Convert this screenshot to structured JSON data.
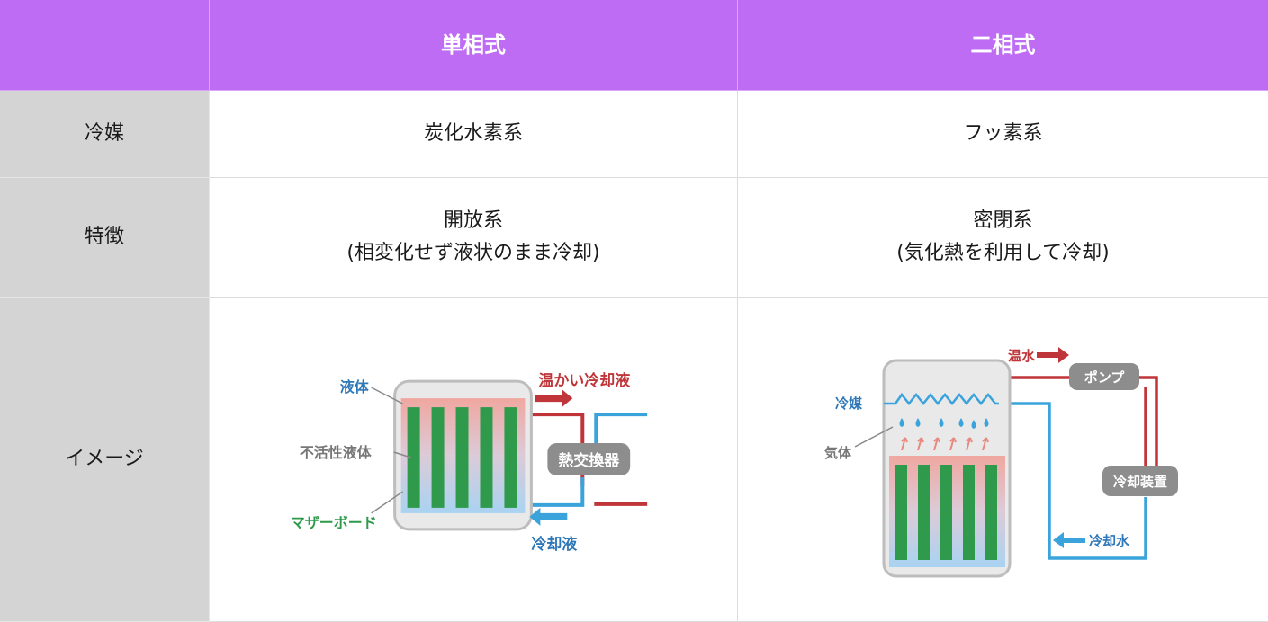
{
  "header": {
    "corner": "",
    "col1": "単相式",
    "col2": "二相式"
  },
  "rows": [
    {
      "label": "冷媒",
      "col1": "炭化水素系",
      "col2": "フッ素系"
    },
    {
      "label": "特徴",
      "col1_line1": "開放系",
      "col1_line2": "(相変化せず液状のまま冷却)",
      "col2_line1": "密閉系",
      "col2_line2": "(気化熱を利用して冷却)"
    },
    {
      "label": "イメージ"
    }
  ],
  "single_phase_diagram": {
    "liquid": "液体",
    "inert_liquid": "不活性液体",
    "motherboard": "マザーボード",
    "warm_coolant": "温かい冷却液",
    "heat_exchanger": "熱交換器",
    "coolant": "冷却液"
  },
  "two_phase_diagram": {
    "warm_water": "温水",
    "pump": "ポンプ",
    "refrigerant": "冷媒",
    "gas": "気体",
    "cooling_unit": "冷却装置",
    "cooling_water": "冷却水"
  },
  "colors": {
    "header_bg": "#bd6cf3",
    "label_bg": "#d4d4d4",
    "hot": "#c0353a",
    "cold": "#3aa3dc",
    "board": "#2f9a4c",
    "pink": "#f0a7a0"
  }
}
